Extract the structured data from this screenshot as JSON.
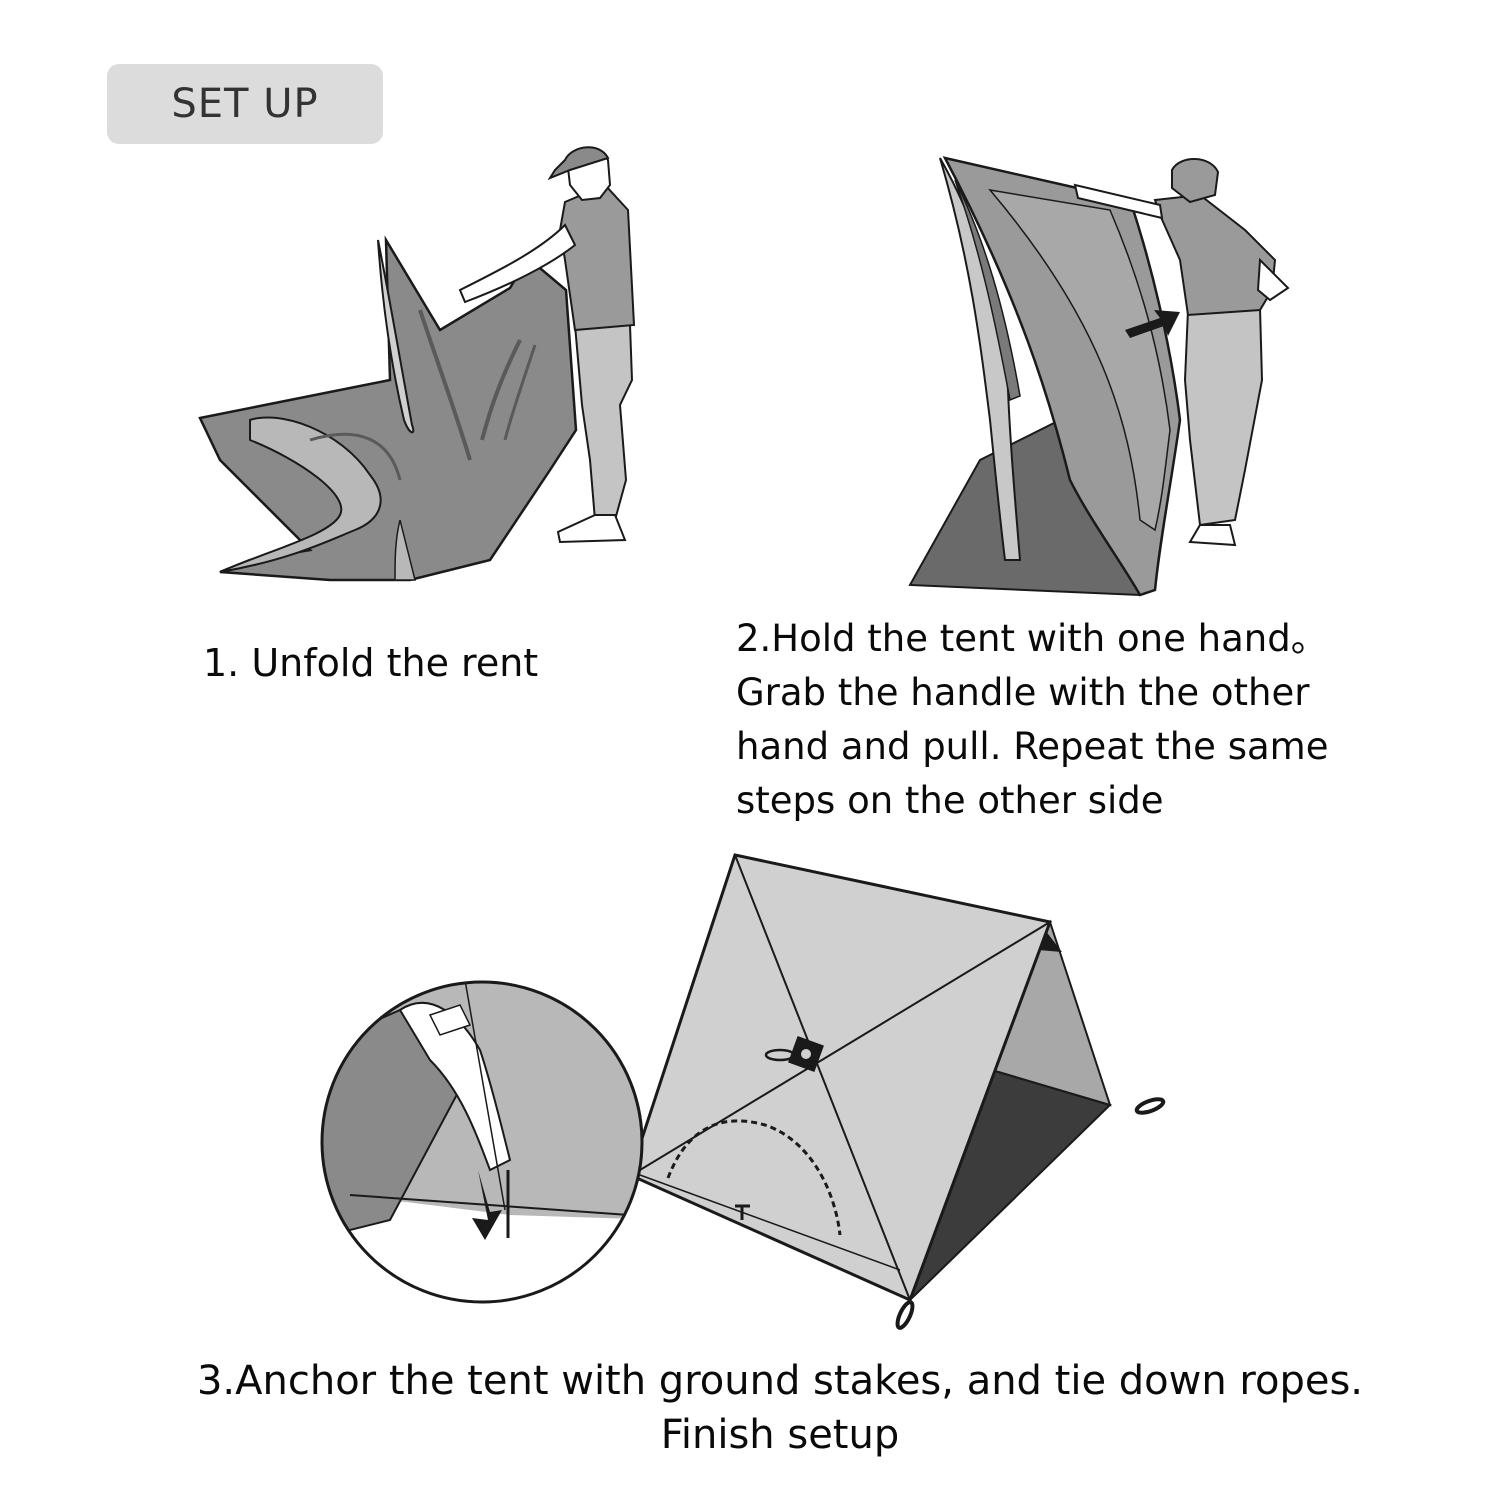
{
  "header": {
    "badge_label": "SET UP"
  },
  "steps": [
    {
      "number": 1,
      "caption": "1. Unfold the rent",
      "illustration": "person-unfolding-tent-illustration"
    },
    {
      "number": 2,
      "caption_lines": [
        "2.Hold the tent with one hand。",
        "Grab the handle with the other",
        "hand and pull. Repeat the same",
        "steps on the other side"
      ],
      "illustration": "person-pulling-tent-handle-illustration"
    },
    {
      "number": 3,
      "caption_lines": [
        "3.Anchor the tent with ground stakes, and tie down ropes.",
        "Finish setup"
      ],
      "illustration": "pitched-tent-with-stake-detail-illustration"
    }
  ],
  "colors": {
    "badge_bg": "#dcdcdc",
    "fabric_dark": "#8a8a8a",
    "fabric_mid": "#a8a8a8",
    "fabric_light": "#c8c8c8",
    "tent_panel": "#d0d0d0",
    "tent_inner_dark": "#3c3c3c",
    "outline": "#1a1a1a"
  }
}
